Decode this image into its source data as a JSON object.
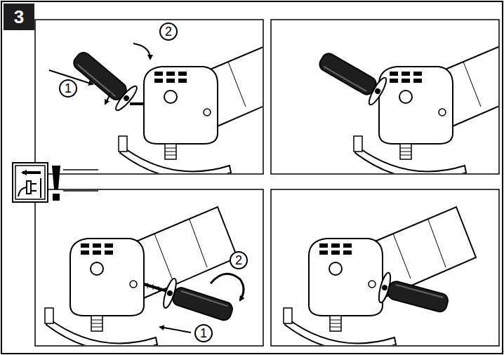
{
  "diagram": {
    "nodes": [
      {
        "text": [
          "3"
        ]
      },
      {
        "text": [
          "2"
        ]
      },
      {
        "text": [
          "1"
        ]
      },
      {
        "text": [
          "2"
        ]
      },
      {
        "text": [
          "1"
        ]
      }
    ]
  }
}
